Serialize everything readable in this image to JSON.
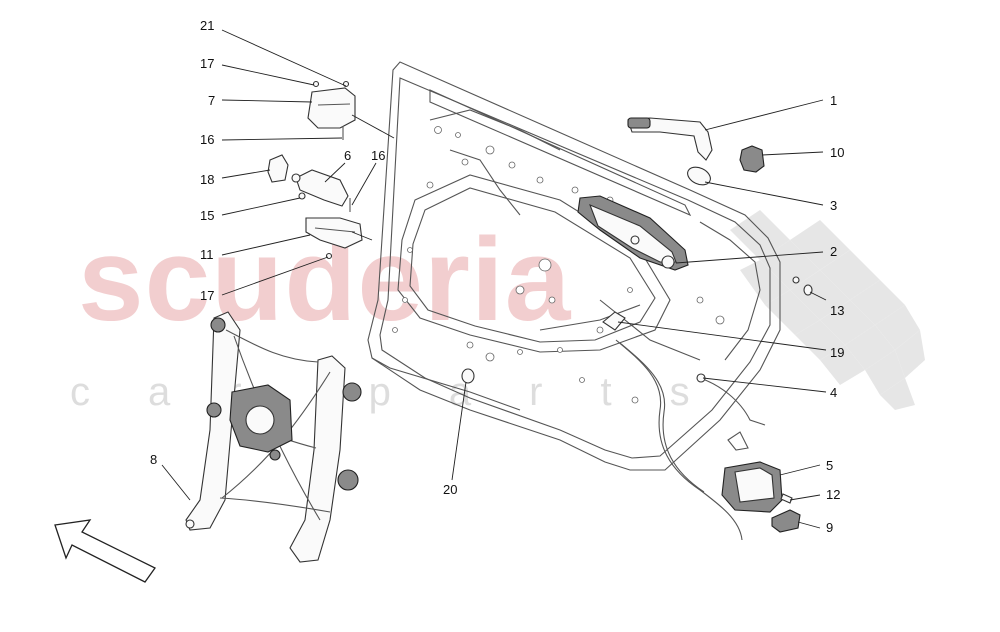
{
  "watermark": {
    "brand": "scuderia",
    "sub": "car parts",
    "color": "#e8a7a9",
    "checker_color": "#d9d9d9"
  },
  "callouts": [
    {
      "id": "c21a",
      "label": "21"
    },
    {
      "id": "c17a",
      "label": "17"
    },
    {
      "id": "c7",
      "label": "7"
    },
    {
      "id": "c16a",
      "label": "16"
    },
    {
      "id": "c6",
      "label": "6"
    },
    {
      "id": "c16b",
      "label": "16"
    },
    {
      "id": "c18",
      "label": "18"
    },
    {
      "id": "c15",
      "label": "15"
    },
    {
      "id": "c11",
      "label": "11"
    },
    {
      "id": "c17b",
      "label": "17"
    },
    {
      "id": "c8",
      "label": "8"
    },
    {
      "id": "c20",
      "label": "20"
    },
    {
      "id": "c1",
      "label": "1"
    },
    {
      "id": "c10",
      "label": "10"
    },
    {
      "id": "c3",
      "label": "3"
    },
    {
      "id": "c2",
      "label": "2"
    },
    {
      "id": "c13",
      "label": "13"
    },
    {
      "id": "c19",
      "label": "19"
    },
    {
      "id": "c4",
      "label": "4"
    },
    {
      "id": "c5",
      "label": "5"
    },
    {
      "id": "c12",
      "label": "12"
    },
    {
      "id": "c9",
      "label": "9"
    }
  ],
  "icons": {
    "direction_arrow": "arrow-icon"
  }
}
